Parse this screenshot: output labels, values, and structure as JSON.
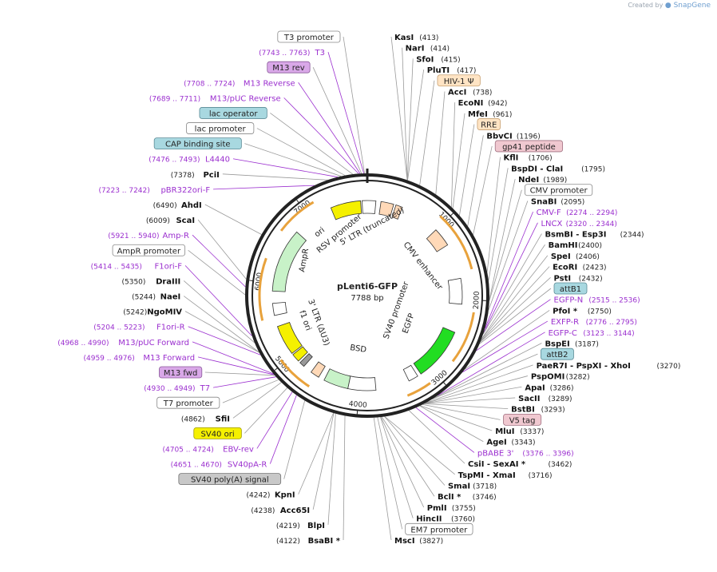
{
  "credit": {
    "prefix": "Created by",
    "brand": "SnapGene"
  },
  "plasmid": {
    "name": "pLenti6-GFP",
    "length": 7788,
    "length_label": "7788 bp"
  },
  "colors": {
    "backbone": "#222222",
    "site_line": "#9a9a9a",
    "primer": "#9b2fcf",
    "orange_arrow": "#e8a23c",
    "ori": "#f5f000",
    "promoter": "#ffffff",
    "selection": "#c8f2c8",
    "egfp": "#22dd22",
    "ltr": "#ffd9b8"
  },
  "scale_ticks": [
    1000,
    2000,
    3000,
    4000,
    5000,
    6000,
    7000
  ],
  "labels": [
    {
      "kind": "site",
      "text": "KasI",
      "pos": "(413)",
      "bp": 413
    },
    {
      "kind": "site",
      "text": "NarI",
      "pos": "(414)",
      "bp": 414
    },
    {
      "kind": "site",
      "text": "SfoI",
      "pos": "(415)",
      "bp": 415
    },
    {
      "kind": "site",
      "text": "PluTI",
      "pos": "(417)",
      "bp": 417
    },
    {
      "kind": "feature",
      "text": "HIV-1 Ψ",
      "bp": 550,
      "fill": "#ffe4c4",
      "stroke": "#c8a070"
    },
    {
      "kind": "site",
      "text": "AccI",
      "pos": "(738)",
      "bp": 738
    },
    {
      "kind": "site",
      "text": "EcoNI",
      "pos": "(942)",
      "bp": 942
    },
    {
      "kind": "site",
      "text": "MfeI",
      "pos": "(961)",
      "bp": 961
    },
    {
      "kind": "feature",
      "text": "RRE",
      "bp": 1060,
      "fill": "#ffe4c4",
      "stroke": "#c8a070"
    },
    {
      "kind": "site",
      "text": "BbvCI",
      "pos": "(1196)",
      "bp": 1196
    },
    {
      "kind": "feature",
      "text": "gp41 peptide",
      "bp": 1300,
      "fill": "#f0c8d0",
      "stroke": "#a07080"
    },
    {
      "kind": "site",
      "text": "KflI",
      "pos": "(1706)",
      "bp": 1706
    },
    {
      "kind": "site",
      "text": "BspDI  - ClaI",
      "pos": "(1795)",
      "bp": 1795
    },
    {
      "kind": "site",
      "text": "NdeI",
      "pos": "(1989)",
      "bp": 1989
    },
    {
      "kind": "site",
      "text": "SnaBI",
      "pos": "(2095)",
      "bp": 2095
    },
    {
      "kind": "feature",
      "text": "CMV promoter",
      "bp": 2000,
      "fill": "#ffffff",
      "stroke": "#888888"
    },
    {
      "kind": "primer",
      "text": "CMV-F",
      "pos": "(2274 .. 2294)",
      "bp": 2284
    },
    {
      "kind": "primer",
      "text": "LNCX",
      "pos": "(2320 .. 2344)",
      "bp": 2332
    },
    {
      "kind": "site",
      "text": "BsmBI  - Esp3I",
      "pos": "(2344)",
      "bp": 2344
    },
    {
      "kind": "site",
      "text": "BamHI",
      "pos": "(2400)",
      "bp": 2400
    },
    {
      "kind": "site",
      "text": "SpeI",
      "pos": "(2406)",
      "bp": 2406
    },
    {
      "kind": "site",
      "text": "EcoRI",
      "pos": "(2423)",
      "bp": 2423
    },
    {
      "kind": "site",
      "text": "PstI",
      "pos": "(2432)",
      "bp": 2432
    },
    {
      "kind": "feature",
      "text": "attB1",
      "bp": 2450,
      "fill": "#a8d8e0",
      "stroke": "#5a8a95"
    },
    {
      "kind": "primer",
      "text": "EGFP-N",
      "pos": "(2515 .. 2536)",
      "bp": 2525
    },
    {
      "kind": "site",
      "text": "PfoI *",
      "pos": "(2750)",
      "bp": 2750
    },
    {
      "kind": "primer",
      "text": "EXFP-R",
      "pos": "(2776 .. 2795)",
      "bp": 2785
    },
    {
      "kind": "primer",
      "text": "EGFP-C",
      "pos": "(3123 .. 3144)",
      "bp": 3133
    },
    {
      "kind": "site",
      "text": "BspEI",
      "pos": "(3187)",
      "bp": 3187
    },
    {
      "kind": "feature",
      "text": "attB2",
      "bp": 3200,
      "fill": "#a8d8e0",
      "stroke": "#5a8a95"
    },
    {
      "kind": "site",
      "text": "PaeR7I  - PspXI  - XhoI",
      "pos": "(3270)",
      "bp": 3270
    },
    {
      "kind": "site",
      "text": "PspOMI",
      "pos": "(3282)",
      "bp": 3282
    },
    {
      "kind": "site",
      "text": "ApaI",
      "pos": "(3286)",
      "bp": 3286
    },
    {
      "kind": "site",
      "text": "SacII",
      "pos": "(3289)",
      "bp": 3289
    },
    {
      "kind": "site",
      "text": "BstBI",
      "pos": "(3293)",
      "bp": 3293
    },
    {
      "kind": "feature",
      "text": "V5 tag",
      "bp": 3310,
      "fill": "#f0c8d0",
      "stroke": "#a07080"
    },
    {
      "kind": "site",
      "text": "MluI",
      "pos": "(3337)",
      "bp": 3337
    },
    {
      "kind": "site",
      "text": "AgeI",
      "pos": "(3343)",
      "bp": 3343
    },
    {
      "kind": "primer",
      "text": "pBABE 3'",
      "pos": "(3376 .. 3396)",
      "bp": 3386
    },
    {
      "kind": "site",
      "text": "CsiI  - SexAI *",
      "pos": "(3462)",
      "bp": 3462
    },
    {
      "kind": "site",
      "text": "TspMI  - XmaI",
      "pos": "(3716)",
      "bp": 3716
    },
    {
      "kind": "site",
      "text": "SmaI",
      "pos": "(3718)",
      "bp": 3718
    },
    {
      "kind": "site",
      "text": "BclI *",
      "pos": "(3746)",
      "bp": 3746
    },
    {
      "kind": "site",
      "text": "PmlI",
      "pos": "(3755)",
      "bp": 3755
    },
    {
      "kind": "site",
      "text": "HincII",
      "pos": "(3760)",
      "bp": 3760
    },
    {
      "kind": "feature",
      "text": "EM7 promoter",
      "bp": 3790,
      "fill": "#ffffff",
      "stroke": "#888888"
    },
    {
      "kind": "site",
      "text": "MscI",
      "pos": "(3827)",
      "bp": 3827
    },
    {
      "kind": "site",
      "text": "BsaBI *",
      "pos": "(4122)",
      "bp": 4122
    },
    {
      "kind": "site",
      "text": "BlpI",
      "pos": "(4219)",
      "bp": 4219
    },
    {
      "kind": "site",
      "text": "Acc65I",
      "pos": "(4238)",
      "bp": 4238
    },
    {
      "kind": "site",
      "text": "KpnI",
      "pos": "(4242)",
      "bp": 4242
    },
    {
      "kind": "primer",
      "text": "SV40pA-R",
      "pos": "(4651 .. 4670)",
      "bp": 4660
    },
    {
      "kind": "feature",
      "text": "SV40 poly(A) signal",
      "bp": 4560,
      "fill": "#c8c8c8",
      "stroke": "#707070"
    },
    {
      "kind": "primer",
      "text": "EBV-rev",
      "pos": "(4705 .. 4724)",
      "bp": 4714
    },
    {
      "kind": "feature",
      "text": "SV40 ori",
      "bp": 4780,
      "fill": "#f5f000",
      "stroke": "#a09a00"
    },
    {
      "kind": "site",
      "text": "SfiI",
      "pos": "(4862)",
      "bp": 4862
    },
    {
      "kind": "feature",
      "text": "T7 promoter",
      "bp": 4900,
      "fill": "#ffffff",
      "stroke": "#888888"
    },
    {
      "kind": "primer",
      "text": "T7",
      "pos": "(4930 .. 4949)",
      "bp": 4940
    },
    {
      "kind": "feature",
      "text": "M13 fwd",
      "bp": 4960,
      "fill": "#d9a8e8",
      "stroke": "#8a5a9a"
    },
    {
      "kind": "primer",
      "text": "M13 Forward",
      "pos": "(4959 .. 4976)",
      "bp": 4968
    },
    {
      "kind": "primer",
      "text": "M13/pUC Forward",
      "pos": "(4968 .. 4990)",
      "bp": 4979
    },
    {
      "kind": "primer",
      "text": "F1ori-R",
      "pos": "(5204 .. 5223)",
      "bp": 5213
    },
    {
      "kind": "site",
      "text": "NgoMIV",
      "pos": "(5242)",
      "bp": 5242
    },
    {
      "kind": "site",
      "text": "NaeI",
      "pos": "(5244)",
      "bp": 5244
    },
    {
      "kind": "site",
      "text": "DraIII",
      "pos": "(5350)",
      "bp": 5350
    },
    {
      "kind": "primer",
      "text": "F1ori-F",
      "pos": "(5414 .. 5435)",
      "bp": 5424
    },
    {
      "kind": "feature",
      "text": "AmpR promoter",
      "bp": 5850,
      "fill": "#ffffff",
      "stroke": "#888888"
    },
    {
      "kind": "primer",
      "text": "Amp-R",
      "pos": "(5921 .. 5940)",
      "bp": 5930
    },
    {
      "kind": "site",
      "text": "ScaI",
      "pos": "(6009)",
      "bp": 6009
    },
    {
      "kind": "site",
      "text": "AhdI",
      "pos": "(6490)",
      "bp": 6490
    },
    {
      "kind": "primer",
      "text": "pBR322ori-F",
      "pos": "(7223 .. 7242)",
      "bp": 7232
    },
    {
      "kind": "site",
      "text": "PciI",
      "pos": "(7378)",
      "bp": 7378
    },
    {
      "kind": "primer",
      "text": "L4440",
      "pos": "(7476 .. 7493)",
      "bp": 7484
    },
    {
      "kind": "feature",
      "text": "CAP binding site",
      "bp": 7520,
      "fill": "#a8d8e0",
      "stroke": "#5a8a95"
    },
    {
      "kind": "feature",
      "text": "lac promoter",
      "bp": 7560,
      "fill": "#ffffff",
      "stroke": "#888888"
    },
    {
      "kind": "primer",
      "text": "M13/pUC Reverse",
      "pos": "(7689 .. 7711)",
      "bp": 7700
    },
    {
      "kind": "feature",
      "text": "lac operator",
      "bp": 7640,
      "fill": "#a8d8e0",
      "stroke": "#5a8a95"
    },
    {
      "kind": "primer",
      "text": "M13 Reverse",
      "pos": "(7708 .. 7724)",
      "bp": 7716
    },
    {
      "kind": "feature",
      "text": "M13 rev",
      "bp": 7730,
      "fill": "#d9a8e8",
      "stroke": "#8a5a9a"
    },
    {
      "kind": "primer",
      "text": "T3",
      "pos": "(7743 .. 7763)",
      "bp": 7753
    },
    {
      "kind": "feature",
      "text": "T3 promoter",
      "bp": 7760,
      "fill": "#ffffff",
      "stroke": "#888888"
    }
  ],
  "inner_labels": {
    "rsv": "RSV promoter",
    "ltr5": "5' LTR (truncated)",
    "cmv_enh": "CMV enhancer",
    "sv40p": "SV40 promoter",
    "egfp": "EGFP",
    "bsd": "BSD",
    "ltr3": "3' LTR (ΔU3)",
    "f1": "f1 ori",
    "ampr": "AmpR",
    "ori": "ori"
  }
}
